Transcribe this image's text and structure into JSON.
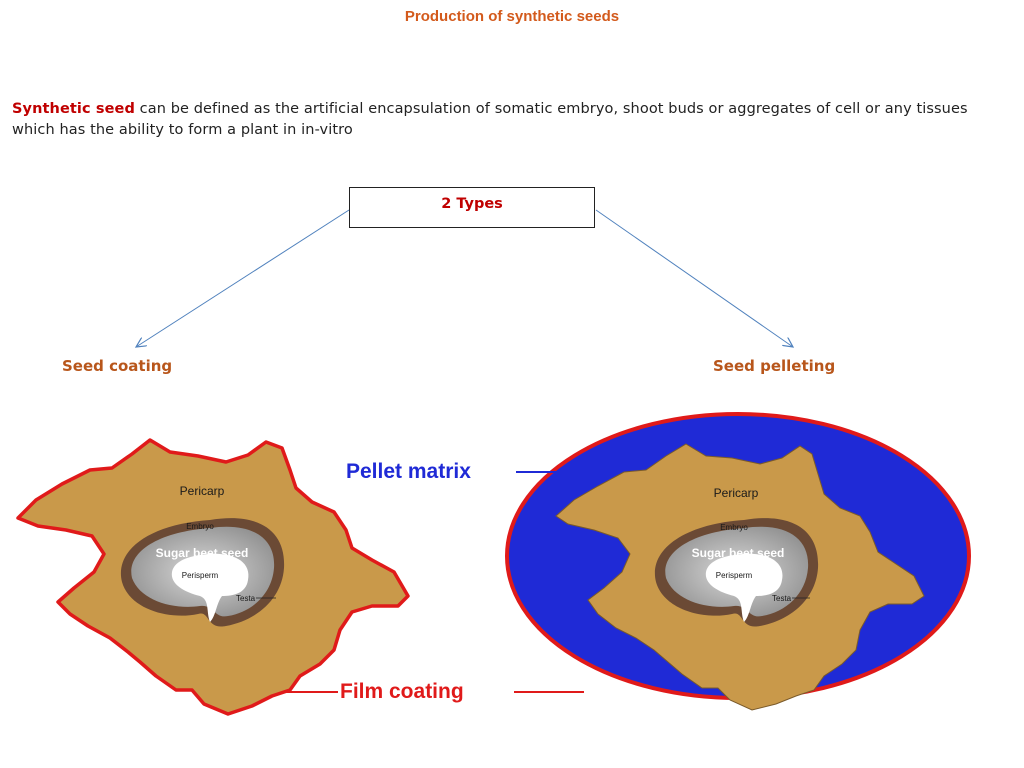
{
  "title": "Production of synthetic seeds",
  "definition": {
    "term": "Synthetic seed",
    "text": " can be defined as the artificial encapsulation of somatic embryo, shoot buds or aggregates of cell or any tissues which has the ability to form a plant in in-vitro"
  },
  "types_box": "2 Types",
  "branches": {
    "left": "Seed coating",
    "right": "Seed pelleting"
  },
  "diagram": {
    "pellet_matrix_label": "Pellet matrix",
    "film_coating_label": "Film coating",
    "seed_labels": {
      "pericarp": "Pericarp",
      "embryo": "Embryo",
      "sugar_beet_seed": "Sugar beet seed",
      "perisperm": "Perisperm",
      "testa": "Testa"
    },
    "colors": {
      "pericarp_fill": "#c9994a",
      "film_coating": "#e01a1a",
      "pellet_matrix": "#1f2ad6",
      "embryo_ring": "#6b4a35",
      "seed_gray": "#a9a9a9",
      "perisperm": "#ffffff",
      "arrow": "#4f81bd"
    }
  }
}
